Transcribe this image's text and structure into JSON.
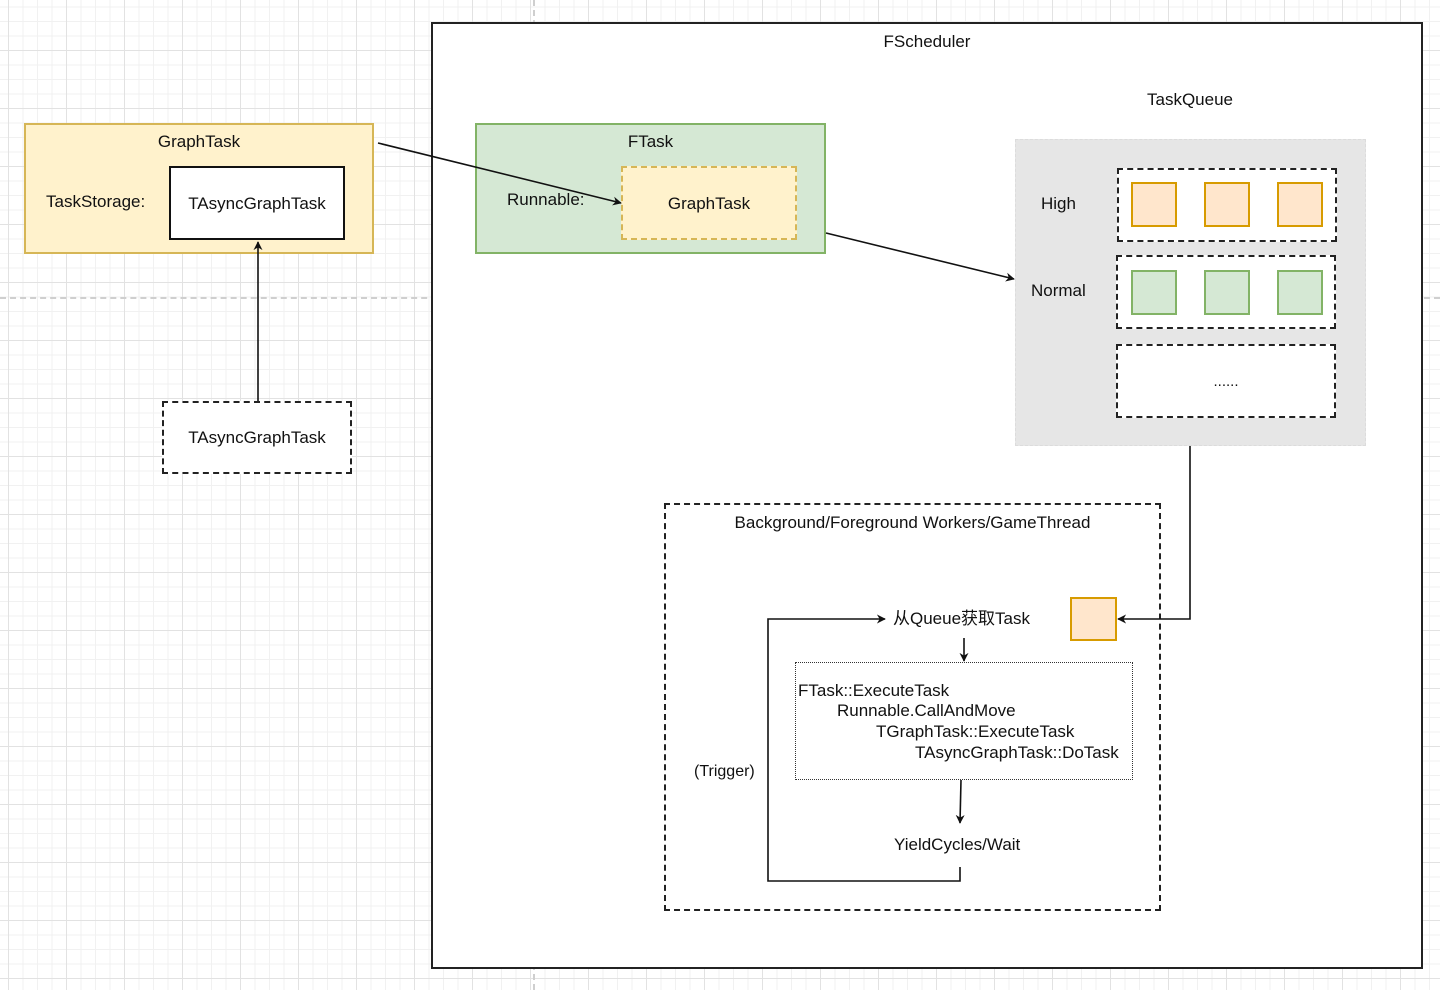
{
  "diagram": {
    "graphtask": {
      "title": "GraphTask",
      "storage_label": "TaskStorage:",
      "storage_value": "TAsyncGraphTask",
      "fill": "#fff2cc",
      "stroke": "#d6b656"
    },
    "async_graph_task": {
      "label": "TAsyncGraphTask"
    },
    "scheduler": {
      "title": "FScheduler"
    },
    "ftask": {
      "title": "FTask",
      "runnable_label": "Runnable:",
      "runnable_value": "GraphTask",
      "fill": "#d5e8d4",
      "stroke": "#82b366"
    },
    "taskqueue": {
      "title": "TaskQueue",
      "rows": [
        {
          "label": "High",
          "items": 3,
          "color": "orange"
        },
        {
          "label": "Normal",
          "items": 3,
          "color": "green"
        },
        {
          "label": "",
          "ellipsis": "......"
        }
      ]
    },
    "workers": {
      "title": "Background/Foreground Workers/GameThread",
      "fetch_label": "从Queue获取Task",
      "execute_lines": [
        "FTask::ExecuteTask",
        "Runnable.CallAndMove",
        "TGraphTask::ExecuteTask",
        "TAsyncGraphTask::DoTask"
      ],
      "yield_label": "YieldCycles/Wait",
      "trigger_label": "(Trigger)"
    }
  }
}
